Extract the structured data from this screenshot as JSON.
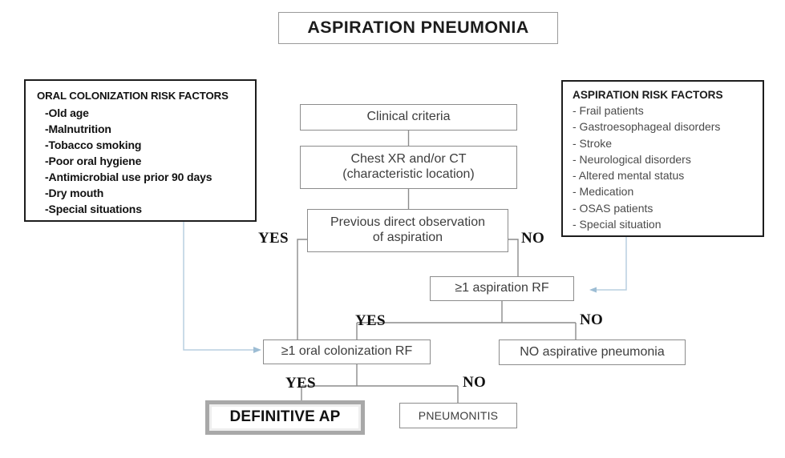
{
  "title": {
    "text": "ASPIRATION PNEUMONIA"
  },
  "panels": {
    "oral": {
      "heading": "ORAL COLONIZATION RISK FACTORS",
      "items": [
        "-Old age",
        "-Malnutrition",
        "-Tobacco smoking",
        "-Poor oral hygiene",
        "-Antimicrobial use prior 90 days",
        "-Dry mouth",
        "-Special situations"
      ]
    },
    "aspiration": {
      "heading": "ASPIRATION RISK FACTORS",
      "items": [
        "- Frail patients",
        "- Gastroesophageal disorders",
        "- Stroke",
        "- Neurological disorders",
        "- Altered mental status",
        "- Medication",
        "- OSAS patients",
        "- Special situation"
      ]
    }
  },
  "nodes": {
    "clinical_criteria": "Clinical criteria",
    "chest_xr_line1": "Chest XR  and/or CT",
    "chest_xr_line2": "(characteristic location)",
    "prev_obs_line1": "Previous direct observation",
    "prev_obs_line2": "of aspiration",
    "aspiration_rf": "≥1 aspiration RF",
    "oral_colonization_rf": "≥1 oral colonization RF",
    "no_aspirative_pneumonia": "NO aspirative pneumonia",
    "definitive_ap": "DEFINITIVE AP",
    "pneumonitis": "PNEUMONITIS"
  },
  "edge_labels": {
    "yes_1": "YES",
    "no_1": "NO",
    "yes_2": "YES",
    "no_2": "NO",
    "yes_3": "YES",
    "no_3": "NO"
  },
  "colors": {
    "box_border": "#8c8c8c",
    "panel_border": "#1d1d1d",
    "definitive_frame": "#a8a8a8",
    "blue_connector": "#b9cfe0",
    "text": "#3d3d3d",
    "background": "#ffffff"
  }
}
